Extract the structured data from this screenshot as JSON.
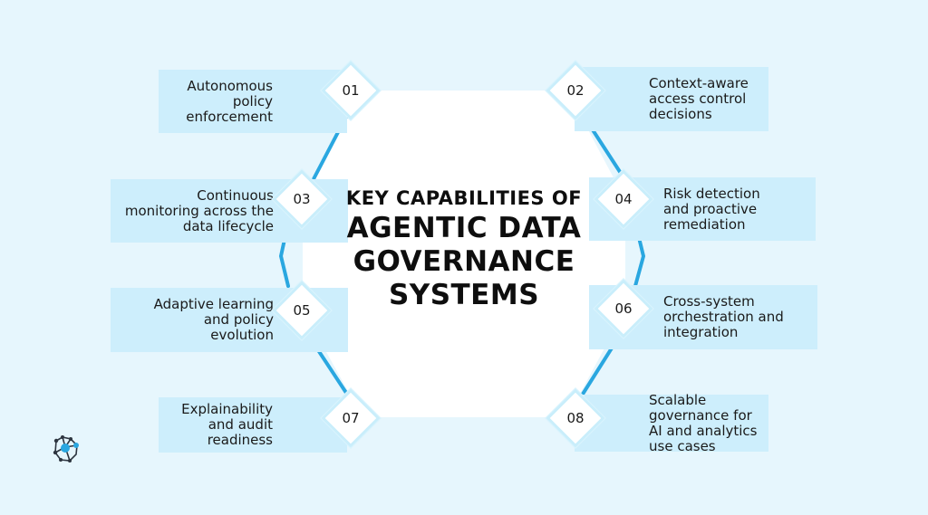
{
  "title": {
    "line1": "KEY CAPABILITIES OF",
    "line2": "AGENTIC DATA",
    "line3": "GOVERNANCE",
    "line4": "SYSTEMS"
  },
  "capabilities": [
    {
      "num": "01",
      "text": "Autonomous policy enforcement"
    },
    {
      "num": "02",
      "text": "Context-aware access control decisions"
    },
    {
      "num": "03",
      "text": "Continuous monitoring across the data lifecycle"
    },
    {
      "num": "04",
      "text": "Risk detection and proactive remediation"
    },
    {
      "num": "05",
      "text": "Adaptive learning and policy evolution"
    },
    {
      "num": "06",
      "text": "Cross-system orchestration and integration"
    },
    {
      "num": "07",
      "text": "Explainability and audit readiness"
    },
    {
      "num": "08",
      "text": "Scalable governance for AI and analytics use cases"
    }
  ],
  "colors": {
    "background": "#e6f6fd",
    "box": "#cdeefc",
    "connector": "#2aa7e0",
    "diamond_border": "#c9eefb"
  },
  "icons": {
    "logo": "network-logo-icon"
  }
}
